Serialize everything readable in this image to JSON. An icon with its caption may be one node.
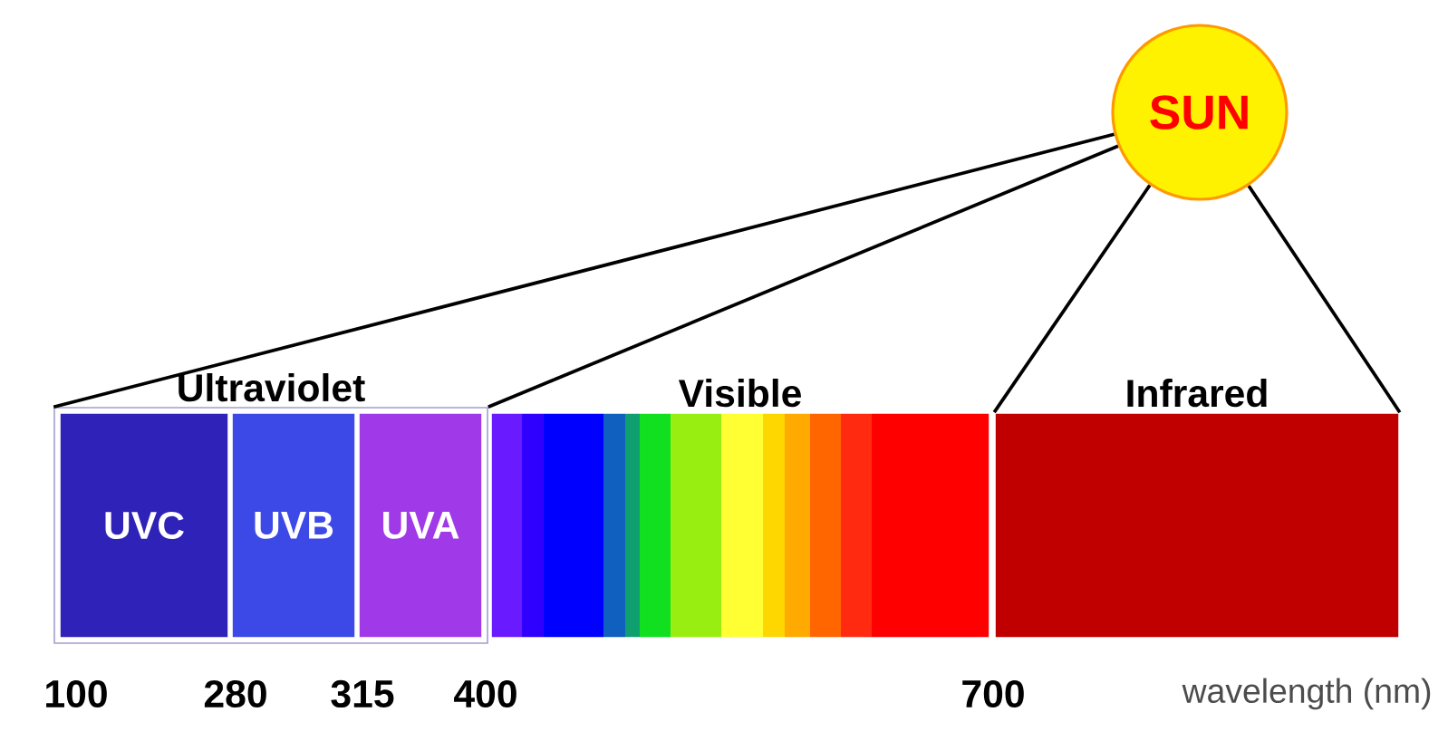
{
  "diagram": {
    "nodes": [
      {
        "text": [
          "SUN"
        ]
      },
      {
        "text": [
          "Ultraviolet"
        ]
      },
      {
        "text": [
          "UVC"
        ],
        "in": 1
      },
      {
        "text": [
          "UVB"
        ],
        "in": 1
      },
      {
        "text": [
          "UVA"
        ],
        "in": 1
      },
      {
        "text": [
          "Visible"
        ]
      },
      {
        "text": [
          "Infrared"
        ]
      }
    ],
    "edges": [
      {
        "from": 0,
        "to": 1,
        "arrow": "none"
      },
      {
        "from": 0,
        "to": 1,
        "arrow": "none"
      },
      {
        "from": 0,
        "to": 6,
        "arrow": "none"
      },
      {
        "from": 0,
        "to": 6,
        "arrow": "none"
      }
    ],
    "labels": [
      "100",
      "280",
      "315",
      "400",
      "700",
      "wavelength (nm)"
    ]
  }
}
